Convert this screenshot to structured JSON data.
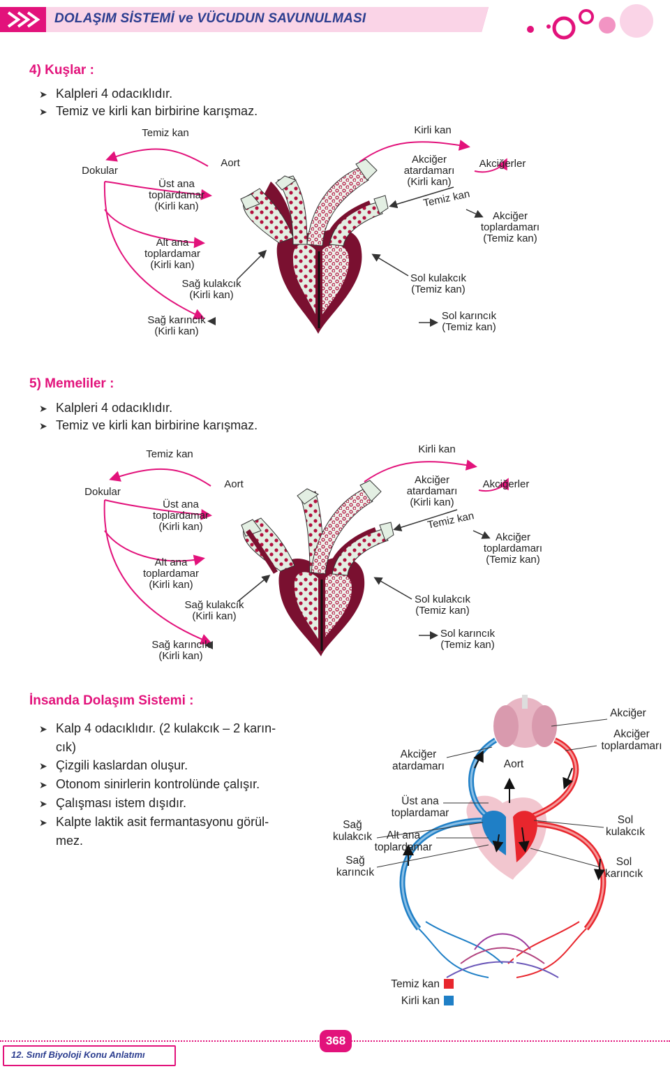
{
  "header": {
    "title": "DOLAŞIM SİSTEMİ ve VÜCUDUN SAVUNULMASI"
  },
  "birds": {
    "title": "4) Kuşlar :",
    "bullets": [
      "Kalpleri 4 odacıklıdır.",
      "Temiz ve kirli kan birbirine karışmaz."
    ],
    "labels": {
      "temiz_kan_top": "Temiz kan",
      "kirli_kan_top": "Kirli kan",
      "dokular": "Dokular",
      "ust_ana": [
        "Üst ana",
        "toplardamar",
        "(Kirli kan)"
      ],
      "alt_ana": [
        "Alt ana",
        "toplardamar",
        "(Kirli kan)"
      ],
      "aort": "Aort",
      "sag_kulakcik": [
        "Sağ kulakcık",
        "(Kirli kan)"
      ],
      "sag_karincik": [
        "Sağ karıncık",
        "(Kirli kan)"
      ],
      "akciger_atardamari": [
        "Akciğer",
        "atardamarı",
        "(Kirli kan)"
      ],
      "temiz_kan_mid": "Temiz kan",
      "akcigerler": "Akciğerler",
      "akciger_toplardamari": [
        "Akciğer",
        "toplardamarı",
        "(Temiz kan)"
      ],
      "sol_kulakcik": [
        "Sol kulakcık",
        "(Temiz kan)"
      ],
      "sol_karincik": [
        "Sol karıncık",
        "(Temiz kan)"
      ]
    }
  },
  "mammals": {
    "title": "5) Memeliler :",
    "bullets": [
      "Kalpleri 4 odacıklıdır.",
      "Temiz ve kirli kan birbirine karışmaz."
    ],
    "labels": {
      "temiz_kan_top": "Temiz kan",
      "kirli_kan_top": "Kirli kan",
      "dokular": "Dokular",
      "ust_ana": [
        "Üst ana",
        "toplardamar",
        "(Kirli kan)"
      ],
      "alt_ana": [
        "Alt ana",
        "toplardamar",
        "(Kirli kan)"
      ],
      "aort": "Aort",
      "sag_kulakcik": [
        "Sağ kulakcık",
        "(Kirli kan)"
      ],
      "sag_karincik": [
        "Sağ karıncık",
        "(Kirli kan)"
      ],
      "akciger_atardamari": [
        "Akciğer",
        "atardamarı",
        "(Kirli kan)"
      ],
      "temiz_kan_mid": "Temiz kan",
      "akcigerler": "Akciğerler",
      "akciger_toplardamari": [
        "Akciğer",
        "toplardamarı",
        "(Temiz kan)"
      ],
      "sol_kulakcik": [
        "Sol kulakcık",
        "(Temiz kan)"
      ],
      "sol_karincik": [
        "Sol karıncık",
        "(Temiz kan)"
      ]
    }
  },
  "human": {
    "title": "İnsanda Dolaşım Sistemi :",
    "bullets": [
      [
        "Kalp 4 odacıklıdır. (2 kulakcık – 2 karın-",
        "cık)"
      ],
      [
        "Çizgili kaslardan oluşur."
      ],
      [
        "Otonom sinirlerin kontrolünde çalışır."
      ],
      [
        "Çalışması istem dışıdır."
      ],
      [
        "Kalpte laktik asit fermantasyonu görül-",
        "mez."
      ]
    ],
    "labels": {
      "akciger": "Akciğer",
      "akciger_toplardamari": [
        "Akciğer",
        "toplardamarı"
      ],
      "akciger_atardamari": [
        "Akciğer",
        "atardamarı"
      ],
      "aort": "Aort",
      "ust_ana": [
        "Üst ana",
        "toplardamar"
      ],
      "sag_kulakcik": [
        "Sağ",
        "kulakcık"
      ],
      "alt_ana": [
        "Alt ana",
        "toplardamar"
      ],
      "sag_karincik": [
        "Sağ",
        "karıncık"
      ],
      "sol_kulakcik": [
        "Sol",
        "kulakcık"
      ],
      "sol_karincik": [
        "Sol",
        "karıncık"
      ]
    },
    "legend": [
      {
        "label": "Temiz kan",
        "color": "#e8262d"
      },
      {
        "label": "Kirli kan",
        "color": "#1f7fc6"
      }
    ]
  },
  "footer": {
    "book": "12. Sınıf Biyoloji Konu Anlatımı",
    "page": "368"
  },
  "colors": {
    "accent": "#e2127b",
    "heading_blue": "#2b3d8f",
    "heart_dark": "#7a1030",
    "vessel_fill": "#e3efe3"
  }
}
